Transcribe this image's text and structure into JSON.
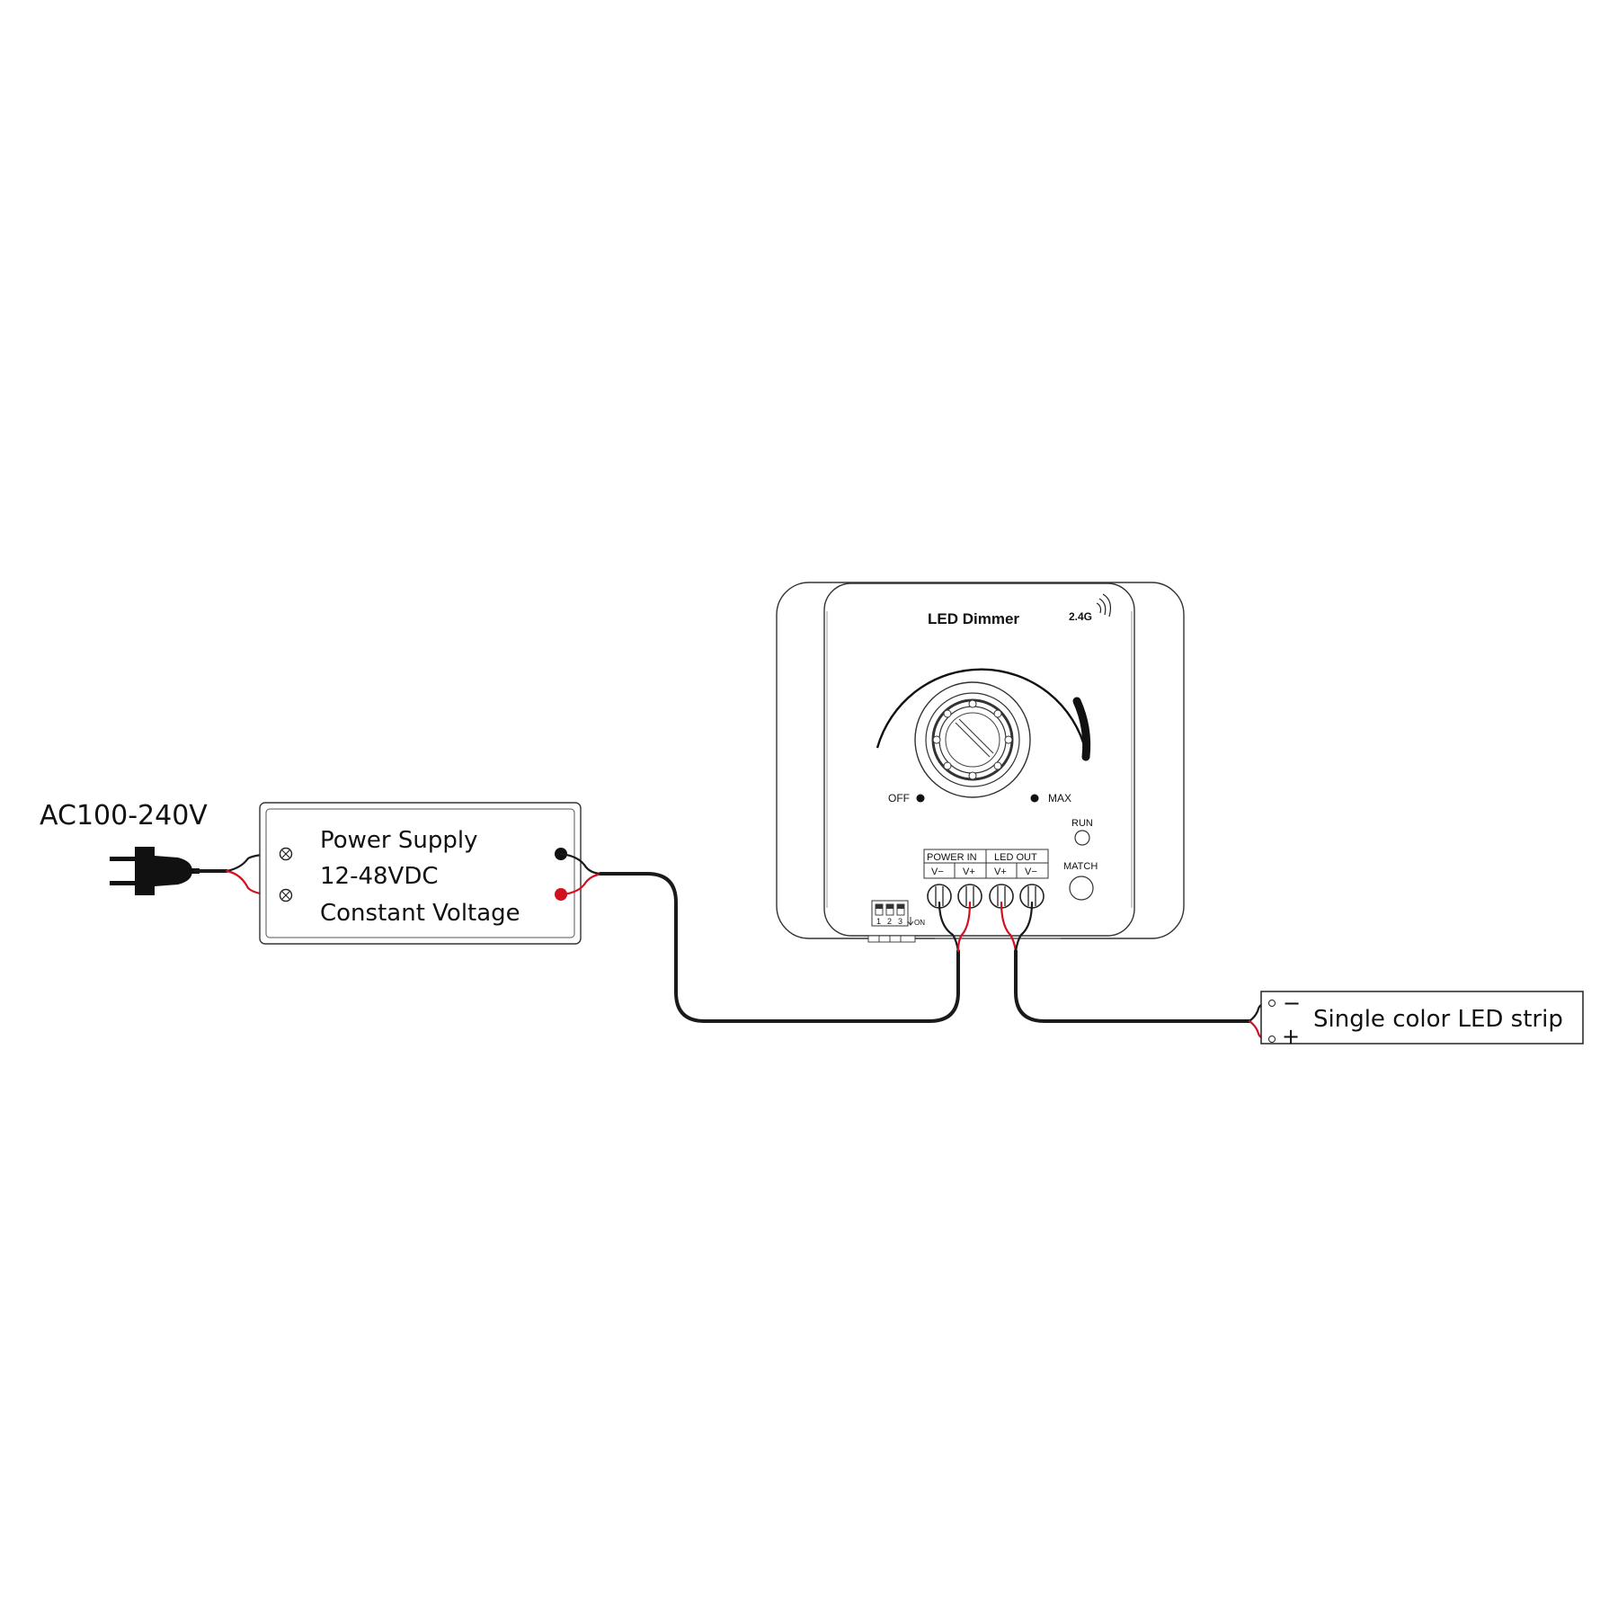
{
  "mains": {
    "label": "AC100-240V"
  },
  "power_supply": {
    "line1": "Power Supply",
    "line2": "12-48VDC",
    "line3": "Constant Voltage"
  },
  "dimmer": {
    "title": "LED Dimmer",
    "wireless": "2.4G",
    "off_label": "OFF",
    "max_label": "MAX",
    "run_label": "RUN",
    "match_label": "MATCH",
    "power_in_label": "POWER IN",
    "led_out_label": "LED OUT",
    "terminals": [
      "V−",
      "V+",
      "V+",
      "V−"
    ],
    "dip_numbers": [
      "1",
      "2",
      "3"
    ],
    "dip_on_label": "ON"
  },
  "led_strip": {
    "label": "Single color LED strip",
    "minus": "−",
    "plus": "+"
  },
  "colors": {
    "positive_wire": "#d3101f",
    "negative_wire": "#1a1a1a",
    "cable": "#1a1a1a"
  }
}
